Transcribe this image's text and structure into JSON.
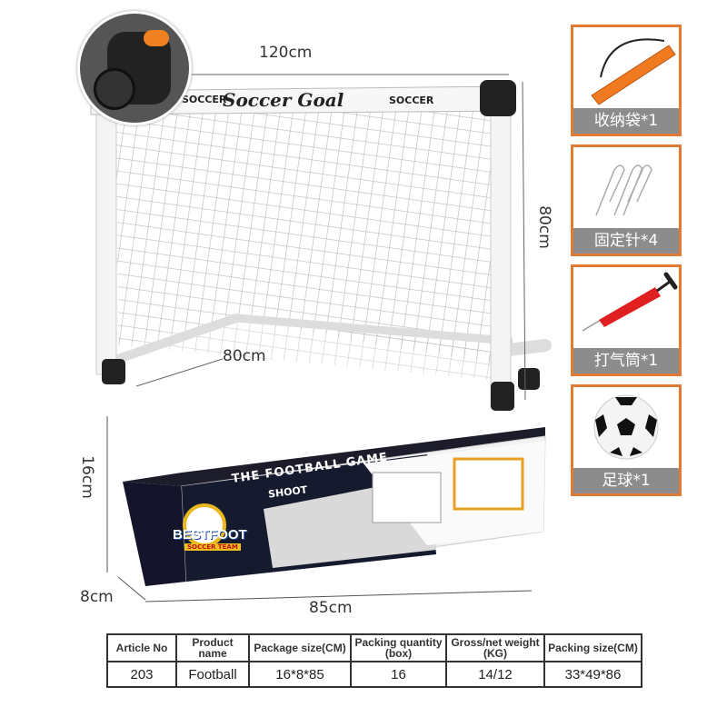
{
  "dimensions": {
    "goal_width": "120cm",
    "goal_height": "80cm",
    "goal_depth": "80cm",
    "box_height": "16cm",
    "box_depth": "8cm",
    "box_length": "85cm"
  },
  "goal_branding": {
    "bar_left": "SOCCER",
    "bar_center": "Soccer Goal",
    "bar_right": "SOCCER"
  },
  "box_branding": {
    "brand": "BESTFOOT",
    "team": "SOCCER TEAM",
    "headline": "THE FOOTBALL GAME",
    "shoot": "SHOOT"
  },
  "accessories": [
    {
      "label": "收纳袋*1",
      "icon": "storage-bag-icon"
    },
    {
      "label": "固定针*4",
      "icon": "ground-pin-icon"
    },
    {
      "label": "打气筒*1",
      "icon": "air-pump-icon"
    },
    {
      "label": "足球*1",
      "icon": "soccer-ball-icon"
    }
  ],
  "accent_color": "#e07b35",
  "spec_table": {
    "headers": [
      "Article No",
      "Product name",
      "Package size(CM)",
      "Packing quantity (box)",
      "Gross/net weight (KG)",
      "Packing size(CM)"
    ],
    "rows": [
      [
        "203",
        "Football",
        "16*8*85",
        "16",
        "14/12",
        "33*49*86"
      ]
    ]
  }
}
